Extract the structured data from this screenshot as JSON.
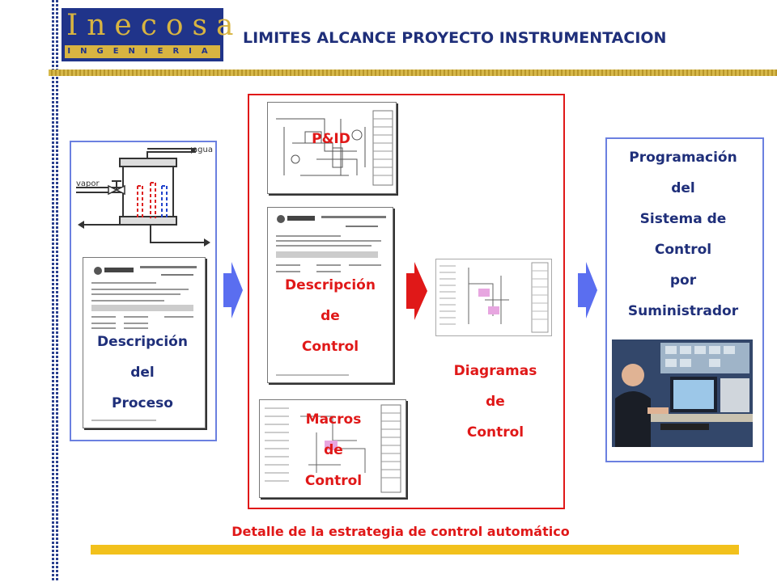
{
  "header": {
    "logo_top": "Inecosa",
    "logo_bottom": "INGENIERIA",
    "title": "LIMITES ALCANCE PROYECTO INSTRUMENTACION"
  },
  "process_panel": {
    "agua_label": "agua",
    "vapor_label": "vapor",
    "label_lines": [
      "Descripción",
      "del",
      "Proceso"
    ]
  },
  "middle_panel": {
    "pid_label": "P&ID",
    "control_desc_lines": [
      "Descripción",
      "de",
      "Control"
    ],
    "macros_lines": [
      "Macros",
      "de",
      "Control"
    ],
    "diagrams_lines": [
      "Diagramas",
      "de",
      "Control"
    ]
  },
  "right_panel": {
    "label_lines": [
      "Programación",
      "del",
      "Sistema de",
      "Control",
      "por",
      "Suministrador"
    ]
  },
  "footer": {
    "caption": "Detalle de la estrategia de control automático"
  },
  "colors": {
    "navy": "#1f2f7a",
    "red": "#e01818",
    "blue_arrow": "#5a6ef0",
    "gold": "#f2c11c"
  }
}
